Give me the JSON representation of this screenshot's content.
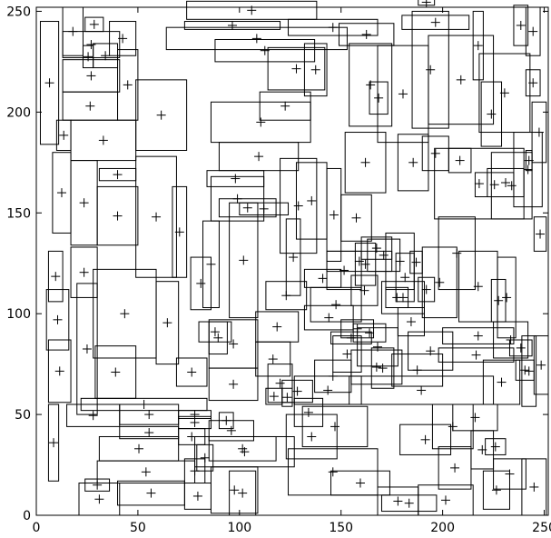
{
  "chart_data": {
    "type": "scatter",
    "title": "",
    "xlabel": "",
    "ylabel": "",
    "xlim": [
      0,
      252
    ],
    "ylim": [
      0,
      252
    ],
    "xticks": [
      0,
      50,
      100,
      150,
      200,
      250
    ],
    "yticks": [
      0,
      50,
      100,
      150,
      200,
      250
    ],
    "grid": false,
    "legend": "none",
    "colors": {
      "stroke": "#000000",
      "background": "#ffffff"
    },
    "rectangles": [
      [
        2,
        184,
        11,
        245
      ],
      [
        6,
        106,
        13,
        131
      ],
      [
        5,
        82,
        16,
        112
      ],
      [
        6,
        56,
        17,
        87
      ],
      [
        6,
        17,
        11,
        55
      ],
      [
        13,
        228,
        23,
        252
      ],
      [
        13,
        210,
        41,
        226
      ],
      [
        13,
        227,
        41,
        240
      ],
      [
        13,
        196,
        40,
        210
      ],
      [
        24,
        240,
        33,
        247
      ],
      [
        23,
        222,
        28,
        233
      ],
      [
        28,
        222,
        40,
        234
      ],
      [
        36,
        228,
        49,
        245
      ],
      [
        40,
        196,
        50,
        231
      ],
      [
        49,
        181,
        74,
        216
      ],
      [
        17,
        176,
        49,
        196
      ],
      [
        10,
        181,
        17,
        196
      ],
      [
        8,
        140,
        17,
        180
      ],
      [
        17,
        134,
        30,
        176
      ],
      [
        30,
        134,
        50,
        163
      ],
      [
        31,
        166,
        49,
        172
      ],
      [
        49,
        118,
        69,
        178
      ],
      [
        67,
        118,
        74,
        163
      ],
      [
        17,
        108,
        30,
        133
      ],
      [
        20,
        50,
        30,
        115
      ],
      [
        29,
        58,
        49,
        84
      ],
      [
        28,
        78,
        59,
        122
      ],
      [
        59,
        75,
        70,
        116
      ],
      [
        69,
        64,
        84,
        78
      ],
      [
        15,
        44,
        41,
        55
      ],
      [
        41,
        45,
        70,
        55
      ],
      [
        22,
        52,
        84,
        58
      ],
      [
        21,
        0,
        41,
        16
      ],
      [
        24,
        12,
        36,
        18
      ],
      [
        41,
        38,
        70,
        44
      ],
      [
        40,
        5,
        73,
        17
      ],
      [
        31,
        27,
        70,
        39
      ],
      [
        30,
        16,
        78,
        27
      ],
      [
        70,
        43,
        86,
        49
      ],
      [
        70,
        48,
        86,
        52
      ],
      [
        70,
        35,
        83,
        43
      ],
      [
        73,
        16,
        83,
        28
      ],
      [
        73,
        3,
        86,
        16
      ],
      [
        79,
        22,
        87,
        35
      ],
      [
        86,
        1,
        109,
        24
      ],
      [
        78,
        24,
        127,
        39
      ],
      [
        85,
        27,
        118,
        39
      ],
      [
        85,
        37,
        107,
        47
      ],
      [
        85,
        57,
        109,
        73
      ],
      [
        90,
        43,
        97,
        51
      ],
      [
        95,
        0,
        108,
        22
      ],
      [
        80,
        86,
        96,
        96
      ],
      [
        85,
        80,
        94,
        96
      ],
      [
        76,
        102,
        86,
        128
      ],
      [
        82,
        103,
        90,
        146
      ],
      [
        95,
        98,
        109,
        155
      ],
      [
        85,
        73,
        109,
        97
      ],
      [
        100,
        149,
        124,
        155
      ],
      [
        86,
        146,
        112,
        168
      ],
      [
        90,
        148,
        118,
        157
      ],
      [
        84,
        163,
        112,
        171
      ],
      [
        90,
        171,
        129,
        185
      ],
      [
        86,
        185,
        135,
        205
      ],
      [
        110,
        196,
        135,
        210
      ],
      [
        114,
        211,
        142,
        232
      ],
      [
        132,
        208,
        143,
        234
      ],
      [
        88,
        225,
        137,
        236
      ],
      [
        64,
        231,
        153,
        242
      ],
      [
        73,
        241,
        120,
        245
      ],
      [
        74,
        246,
        138,
        255
      ],
      [
        124,
        238,
        168,
        246
      ],
      [
        149,
        233,
        176,
        244
      ],
      [
        154,
        193,
        175,
        234
      ],
      [
        168,
        185,
        193,
        233
      ],
      [
        185,
        192,
        203,
        250
      ],
      [
        193,
        194,
        225,
        238
      ],
      [
        180,
        241,
        213,
        248
      ],
      [
        188,
        253,
        196,
        256
      ],
      [
        215,
        216,
        220,
        250
      ],
      [
        218,
        190,
        243,
        229
      ],
      [
        235,
        233,
        242,
        253
      ],
      [
        241,
        228,
        248,
        252
      ],
      [
        241,
        208,
        248,
        221
      ],
      [
        241,
        171,
        244,
        181
      ],
      [
        244,
        175,
        251,
        205
      ],
      [
        224,
        147,
        244,
        180
      ],
      [
        235,
        153,
        249,
        190
      ],
      [
        245,
        131,
        251,
        148
      ],
      [
        227,
        88,
        236,
        128
      ],
      [
        224,
        96,
        231,
        117
      ],
      [
        208,
        96,
        227,
        131
      ],
      [
        190,
        98,
        207,
        133
      ],
      [
        172,
        112,
        186,
        140
      ],
      [
        163,
        121,
        179,
        137
      ],
      [
        157,
        114,
        167,
        135
      ],
      [
        150,
        136,
        165,
        159
      ],
      [
        152,
        160,
        172,
        190
      ],
      [
        178,
        161,
        193,
        189
      ],
      [
        164,
        199,
        173,
        215
      ],
      [
        190,
        171,
        203,
        188
      ],
      [
        203,
        170,
        214,
        182
      ],
      [
        219,
        183,
        229,
        215
      ],
      [
        222,
        158,
        240,
        172
      ],
      [
        196,
        147,
        240,
        182
      ],
      [
        216,
        158,
        235,
        170
      ],
      [
        198,
        112,
        216,
        148
      ],
      [
        188,
        106,
        196,
        118
      ],
      [
        184,
        120,
        190,
        131
      ],
      [
        177,
        106,
        186,
        130
      ],
      [
        172,
        103,
        183,
        113
      ],
      [
        135,
        96,
        160,
        113
      ],
      [
        132,
        113,
        150,
        122
      ],
      [
        123,
        109,
        130,
        147
      ],
      [
        120,
        130,
        138,
        177
      ],
      [
        128,
        137,
        143,
        175
      ],
      [
        143,
        126,
        150,
        172
      ],
      [
        143,
        112,
        160,
        131
      ],
      [
        143,
        121,
        175,
        131
      ],
      [
        160,
        127,
        175,
        138
      ],
      [
        155,
        104,
        168,
        119
      ],
      [
        170,
        100,
        191,
        116
      ],
      [
        178,
        89,
        191,
        103
      ],
      [
        183,
        72,
        205,
        91
      ],
      [
        198,
        76,
        235,
        83
      ],
      [
        200,
        85,
        235,
        93
      ],
      [
        225,
        78,
        242,
        96
      ],
      [
        233,
        79,
        244,
        87
      ],
      [
        239,
        54,
        246,
        89
      ],
      [
        245,
        60,
        252,
        89
      ],
      [
        236,
        67,
        245,
        77
      ],
      [
        220,
        55,
        238,
        77
      ],
      [
        205,
        42,
        227,
        55
      ],
      [
        195,
        33,
        215,
        55
      ],
      [
        179,
        30,
        204,
        45
      ],
      [
        198,
        13,
        214,
        34
      ],
      [
        220,
        3,
        233,
        22
      ],
      [
        214,
        23,
        225,
        42
      ],
      [
        221,
        30,
        231,
        38
      ],
      [
        225,
        13,
        241,
        28
      ],
      [
        239,
        0,
        251,
        28
      ],
      [
        188,
        0,
        215,
        15
      ],
      [
        168,
        0,
        188,
        14
      ],
      [
        170,
        2,
        197,
        10
      ],
      [
        145,
        10,
        174,
        22
      ],
      [
        131,
        34,
        163,
        54
      ],
      [
        124,
        10,
        168,
        33
      ],
      [
        123,
        28,
        148,
        50
      ],
      [
        127,
        44,
        141,
        58
      ],
      [
        127,
        55,
        160,
        69
      ],
      [
        154,
        55,
        225,
        69
      ],
      [
        165,
        63,
        176,
        83
      ],
      [
        175,
        64,
        200,
        80
      ],
      [
        158,
        74,
        178,
        93
      ],
      [
        145,
        85,
        165,
        91
      ],
      [
        150,
        88,
        166,
        97
      ],
      [
        156,
        86,
        172,
        95
      ],
      [
        132,
        92,
        156,
        104
      ],
      [
        113,
        102,
        133,
        116
      ],
      [
        108,
        86,
        129,
        101
      ],
      [
        108,
        69,
        125,
        86
      ],
      [
        113,
        55,
        121,
        63
      ],
      [
        114,
        56,
        126,
        75
      ],
      [
        121,
        54,
        126,
        63
      ],
      [
        121,
        56,
        136,
        67
      ],
      [
        137,
        61,
        155,
        77
      ],
      [
        155,
        65,
        180,
        82
      ],
      [
        146,
        71,
        160,
        89
      ]
    ]
  }
}
